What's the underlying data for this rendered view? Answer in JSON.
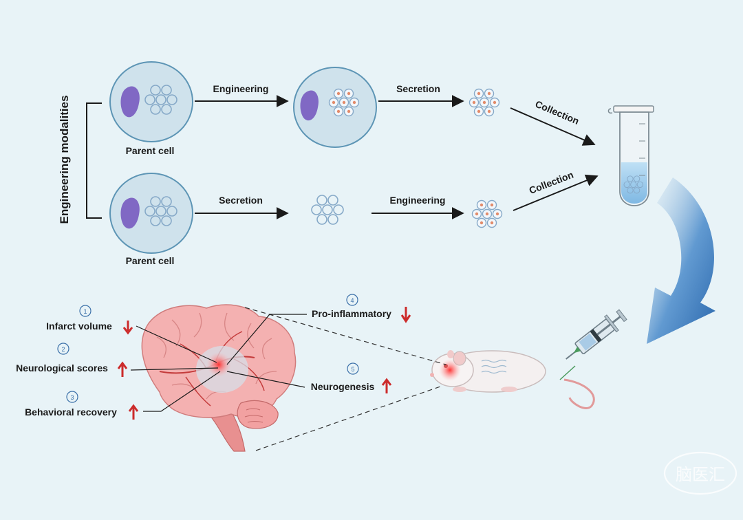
{
  "side_label": "Engineering modalities",
  "top_row": {
    "parent_label": "Parent cell",
    "step1": "Engineering",
    "step2": "Secretion",
    "step3": "Collection"
  },
  "bottom_row": {
    "parent_label": "Parent cell",
    "step1": "Secretion",
    "step2": "Engineering",
    "step3": "Collection"
  },
  "outcomes": [
    {
      "number": "1",
      "label": "Infarct volume",
      "direction": "down"
    },
    {
      "number": "2",
      "label": "Neurological scores",
      "direction": "up"
    },
    {
      "number": "3",
      "label": "Behavioral recovery",
      "direction": "up"
    },
    {
      "number": "4",
      "label": "Pro-inflammatory",
      "direction": "down"
    },
    {
      "number": "5",
      "label": "Neurogenesis",
      "direction": "up"
    }
  ],
  "watermark": "脑医汇",
  "colors": {
    "background": "#e8f3f7",
    "cell_fill": "#cfe2ec",
    "cell_stroke": "#5d95b5",
    "nucleus": "#8068c4",
    "arrow_red": "#cc2b2b",
    "flow_arrow": "#2f6fb3",
    "brain": "#f0a7a7"
  }
}
